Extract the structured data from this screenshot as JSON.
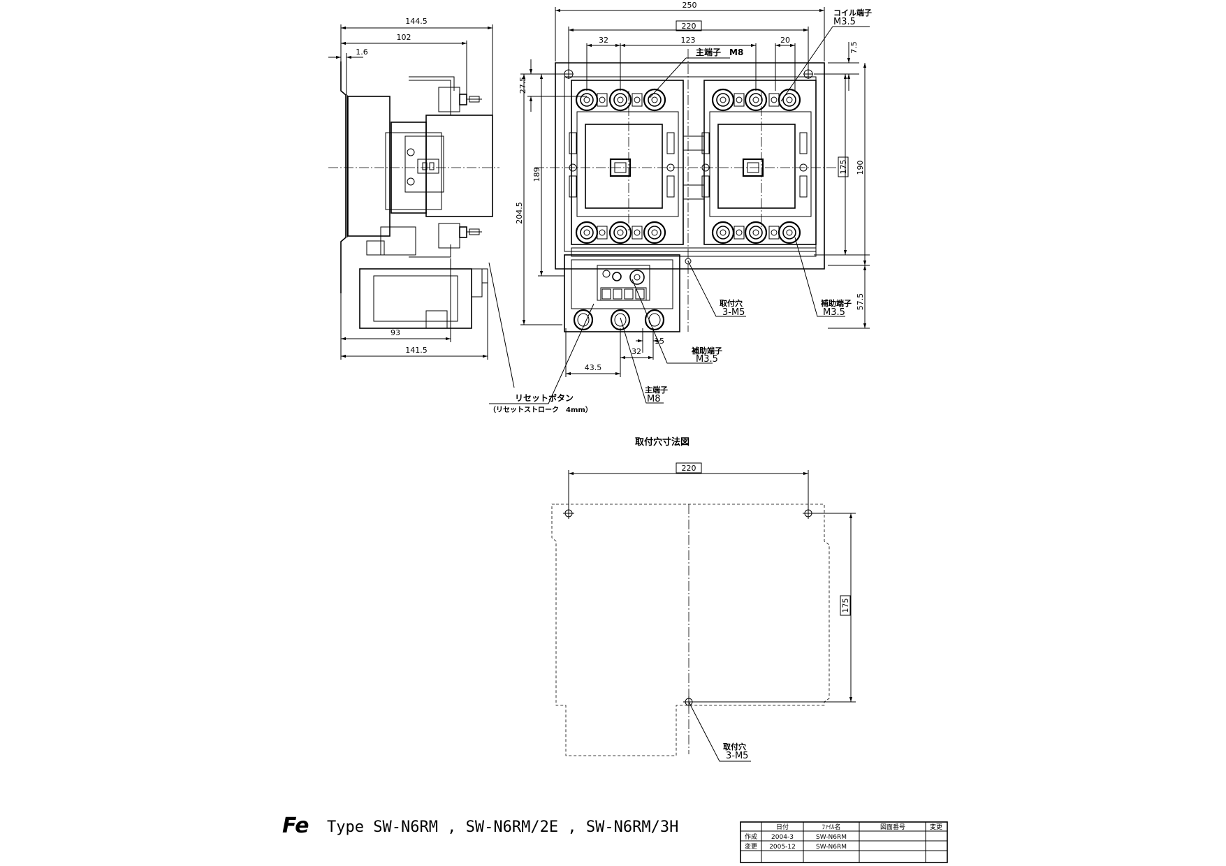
{
  "side_view": {
    "dim_overall_depth": "144.5",
    "dim_to_terminal": "102",
    "dim_plate": "1.6",
    "dim_bottom_93": "93",
    "dim_bottom_141": "141.5"
  },
  "front_view": {
    "dim_width_250": "250",
    "dim_mount_220": "220",
    "dim_32": "32",
    "dim_123": "123",
    "dim_20": "20",
    "dim_7_5": "7.5",
    "dim_27_5": "27.5",
    "dim_189": "189",
    "dim_204_5": "204.5",
    "dim_175": "175",
    "dim_190": "190",
    "dim_57_5": "57.5",
    "dim_43_5": "43.5",
    "dim_32_bottom": "32",
    "dim_15": "15",
    "coil_terminal_label": "コイル端子",
    "coil_terminal_size": "M3.5",
    "main_terminal_label_top": "主端子　M8",
    "mounting_hole_label": "取付穴",
    "mounting_hole_size": "3-M5",
    "aux_terminal_label_right": "補助端子",
    "aux_terminal_size_right": "M3.5",
    "aux_terminal_label_bottom": "補助端子",
    "aux_terminal_size_bottom": "M3.5",
    "main_terminal_label_bottom": "主端子",
    "main_terminal_size_bottom": "M8",
    "reset_button_label": "リセットボタン",
    "reset_stroke_label": "（リセットストローク　4mm）"
  },
  "mounting_view": {
    "title": "取付穴寸法図",
    "dim_220": "220",
    "dim_175": "175",
    "mounting_hole_label": "取付穴",
    "mounting_hole_size": "3-M5"
  },
  "footer": {
    "logo_text": "Fe",
    "type_title": "Type SW-N6RM , SW-N6RM/2E , SW-N6RM/3H"
  },
  "title_block": {
    "headers": [
      "",
      "日付",
      "ﾌｧｲﾙ名",
      "図面番号",
      "変更"
    ],
    "rows": [
      [
        "作成",
        "2004-3",
        "SW-N6RM",
        "",
        ""
      ],
      [
        "変更",
        "2005-12",
        "SW-N6RM",
        "",
        ""
      ],
      [
        "",
        "",
        "",
        "",
        ""
      ]
    ]
  }
}
